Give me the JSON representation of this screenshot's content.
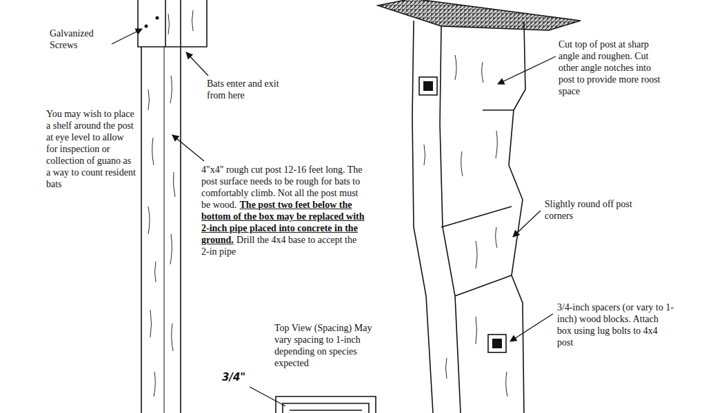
{
  "diagram": {
    "labels": [
      "Galvanized Screws",
      "Bats enter and exit from here",
      "You may wish to place a shelf around the post at eye level to allow for inspection or collection of guano as a way to count resident bats",
      "4\"x4\" rough cut post 12-16 feet long. The post surface needs to be rough for bats to comfortably climb. Not all the post must be wood.",
      "The post two feet below the bottom of the box may be replaced with 2-inch pipe placed into concrete in the ground.",
      "Drill the 4x4 base to accept the 2-in pipe",
      "Cut top of post at sharp angle and roughen. Cut other angle notches into post to provide more roost space",
      "Slightly round off post corners",
      "3/4-inch spacers (or vary to 1-inch) wood blocks. Attach box using lug bolts to 4x4 post",
      "Top View (Spacing) May vary spacing to 1-inch depending on species expected",
      "3/4\""
    ]
  }
}
